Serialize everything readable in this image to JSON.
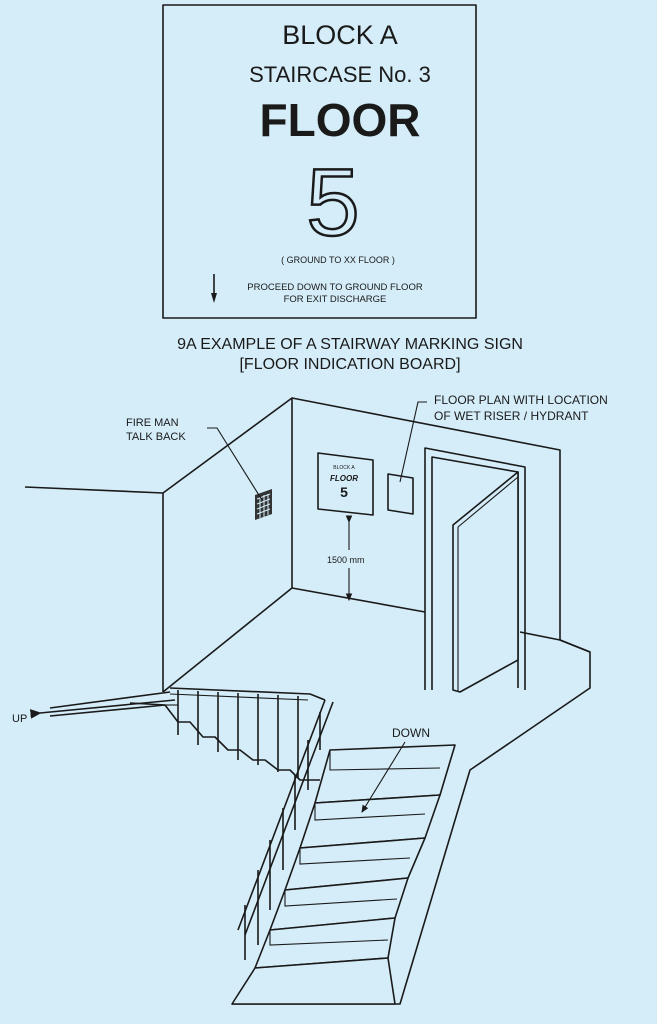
{
  "sign": {
    "line1": "BLOCK A",
    "line2": "STAIRCASE No. 3",
    "line3": "FLOOR",
    "number": "5",
    "range": "( GROUND  TO XX  FLOOR )",
    "instruction1": "PROCEED DOWN TO GROUND FLOOR",
    "instruction2": "FOR EXIT DISCHARGE"
  },
  "caption": {
    "line1": "9A EXAMPLE OF A STAIRWAY MARKING SIGN",
    "line2": "[FLOOR INDICATION BOARD]"
  },
  "labels": {
    "fireman1": "FIRE MAN",
    "fireman2": "TALK BACK",
    "floorplan1": "FLOOR PLAN WITH LOCATION",
    "floorplan2": "OF WET RISER / HYDRANT",
    "height": "1500 mm",
    "up": "UP",
    "down": "DOWN"
  },
  "mini_sign": {
    "line1": "BLOCK A",
    "line3": "FLOOR",
    "number": "5"
  },
  "colors": {
    "background": "#d4edf9",
    "ink": "#1a1a1a"
  }
}
